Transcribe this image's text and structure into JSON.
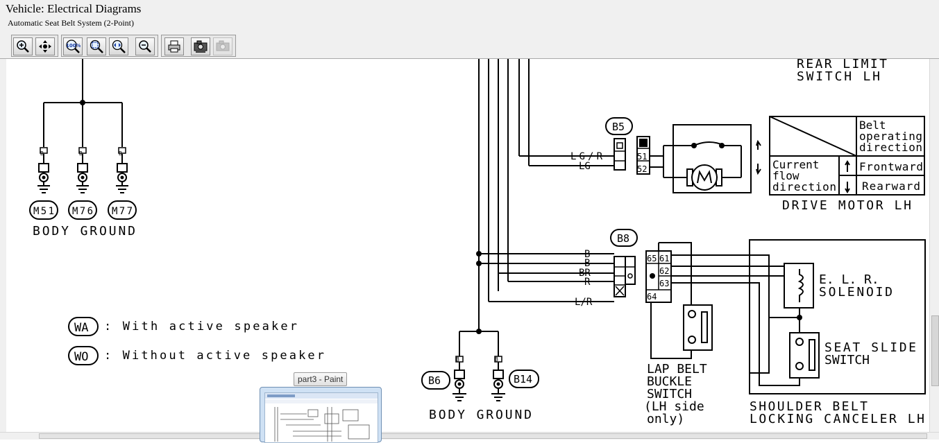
{
  "window": {
    "title": "Vehicle:  Electrical Diagrams",
    "subtitle": "Automatic Seat Belt System (2-Point)"
  },
  "toolbar": {
    "buttons": [
      {
        "name": "zoom-in",
        "icon": "zoom-in-icon"
      },
      {
        "name": "pan",
        "icon": "pan-icon"
      },
      {
        "name": "zoom-100",
        "icon": "zoom-100-icon",
        "label": "100%"
      },
      {
        "name": "zoom-fit",
        "icon": "zoom-fit-icon"
      },
      {
        "name": "zoom-width",
        "icon": "zoom-width-icon"
      },
      {
        "name": "zoom-out",
        "icon": "zoom-out-icon"
      },
      {
        "name": "print",
        "icon": "printer-icon"
      },
      {
        "name": "camera-export",
        "icon": "camera-icon"
      },
      {
        "name": "camera-disabled",
        "icon": "camera-disabled-icon"
      }
    ]
  },
  "diagram": {
    "connectors_left": [
      "M51",
      "M76",
      "M77"
    ],
    "wire_b": "B",
    "body_ground": "BODY  GROUND",
    "legend": [
      {
        "code": "WA",
        "text": ": With active speaker"
      },
      {
        "code": "WO",
        "text": ": Without active speaker"
      }
    ],
    "rear_limit_line1": "REAR LIMIT",
    "rear_limit_line2": "SWITCH LH",
    "b5": "B5",
    "wire_lgr": "LG/R",
    "wire_lg": "LG",
    "pin51": "51",
    "pin52": "52",
    "table_belt_line1": "Belt",
    "table_belt_line2": "operating",
    "table_belt_line3": "direction",
    "table_current_line1": "Current",
    "table_current_line2": "flow",
    "table_current_line3": "direction",
    "frontward": "Frontward",
    "rearward": "Rearward",
    "drive_motor": "DRIVE MOTOR LH",
    "b8": "B8",
    "wires_b8": [
      "B",
      "B",
      "BR",
      "R",
      "L/R"
    ],
    "pins_b8": [
      "65",
      "61",
      "62",
      "63",
      "64"
    ],
    "elr_line1": "E. L. R.",
    "elr_line2": "SOLENOID",
    "seat_slide_line1": "SEAT SLIDE",
    "seat_slide_line2": "SWITCH",
    "lap_line1": "LAP BELT",
    "lap_line2": "BUCKLE",
    "lap_line3": "SWITCH",
    "lap_line4": "(LH side",
    "lap_line5": "only)",
    "shoulder_line1": "SHOULDER BELT",
    "shoulder_line2": "LOCKING CANCELER LH",
    "b6": "B6",
    "b14": "B14",
    "body_ground_bottom": "BODY  GROUND"
  },
  "taskbar_preview": {
    "tooltip": "part3 - Paint"
  }
}
